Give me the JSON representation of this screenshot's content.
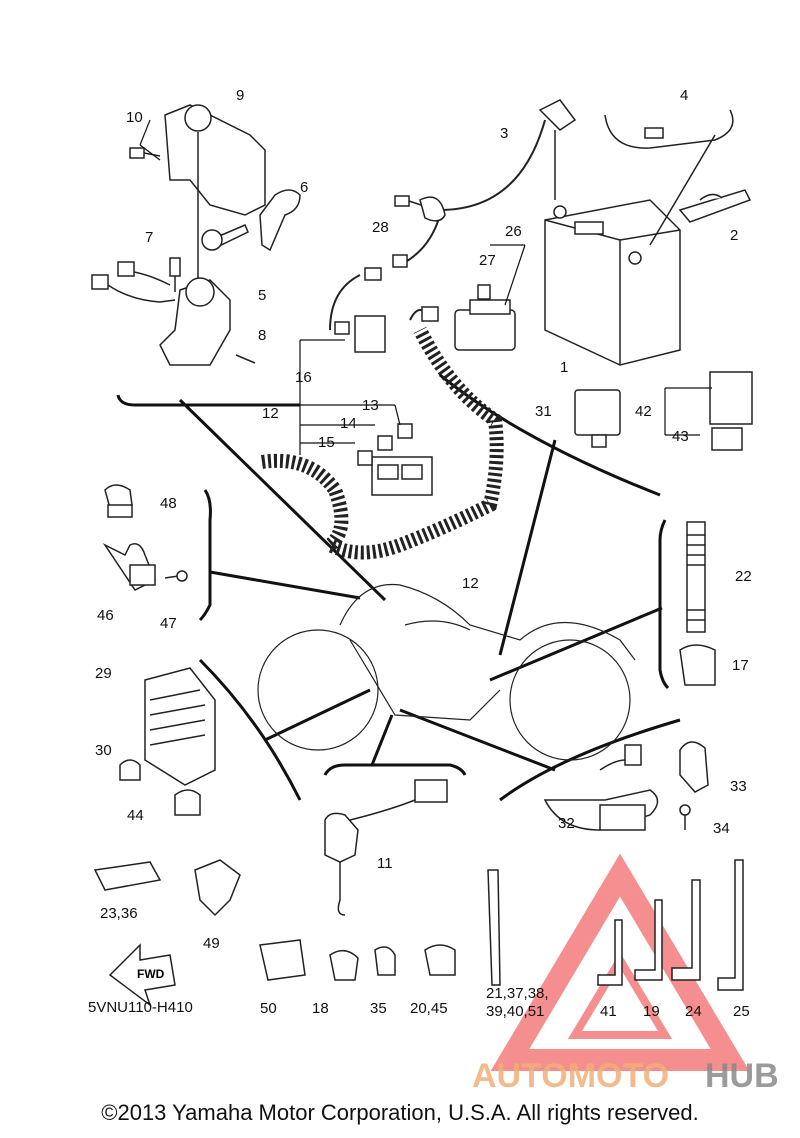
{
  "diagram_code": "5VNU110-H410",
  "fwd_label": "FWD",
  "copyright": "©2013 Yamaha Motor Corporation, U.S.A. All rights reserved.",
  "watermark": {
    "part1": "AUTOMOTO",
    "part2": "HUB",
    "color1": "#f2b07a",
    "color2": "#8a8a8a",
    "triangle_color": "#ee3333"
  },
  "callouts": {
    "c1": "1",
    "c2": "2",
    "c3": "3",
    "c4": "4",
    "c5": "5",
    "c6": "6",
    "c7": "7",
    "c8": "8",
    "c9": "9",
    "c10": "10",
    "c11": "11",
    "c12a": "12",
    "c12b": "12",
    "c13": "13",
    "c14": "14",
    "c15": "15",
    "c16": "16",
    "c17": "17",
    "c18": "18",
    "c19": "19",
    "c20_45": "20,45",
    "c21": "21,37,38,",
    "c21b": "39,40,51",
    "c22": "22",
    "c23_36": "23,36",
    "c24": "24",
    "c25": "25",
    "c26": "26",
    "c27": "27",
    "c28": "28",
    "c29": "29",
    "c30": "30",
    "c31": "31",
    "c32": "32",
    "c33": "33",
    "c34": "34",
    "c35": "35",
    "c41": "41",
    "c42": "42",
    "c43": "43",
    "c44": "44",
    "c46": "46",
    "c47": "47",
    "c48": "48",
    "c49": "49",
    "c50": "50"
  }
}
